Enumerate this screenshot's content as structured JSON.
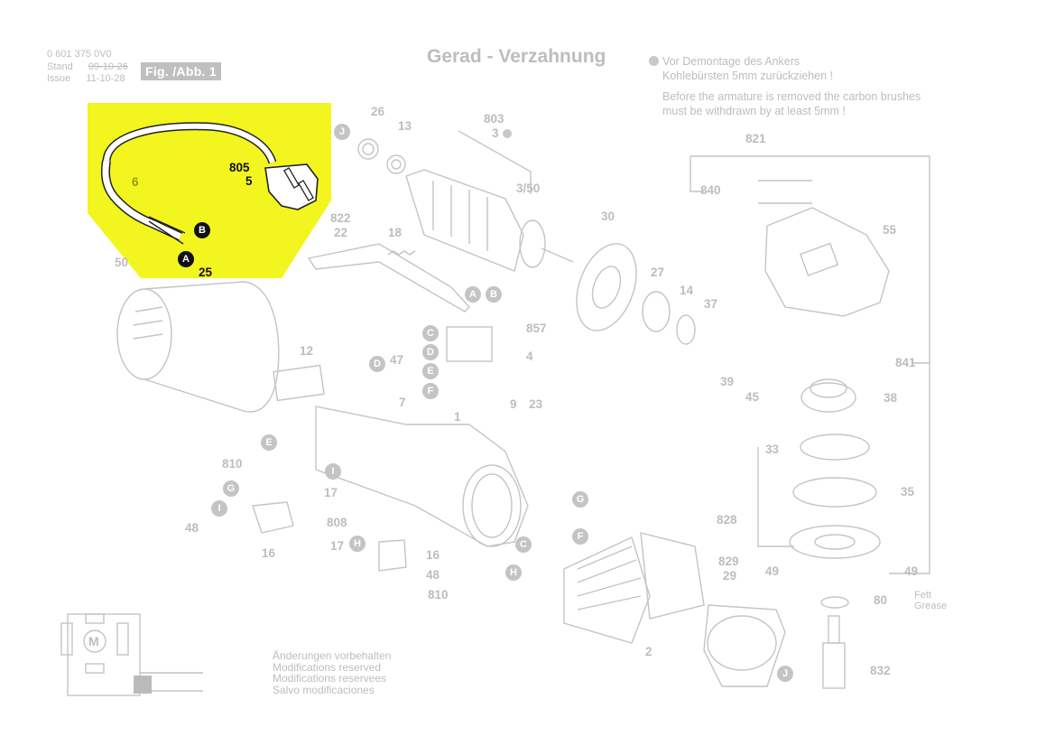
{
  "header": {
    "doc_number": "0 601 375 0V0",
    "stand_label": "Stand",
    "issue_label": "Issue",
    "date_old": "09-10-26",
    "date_new": "11-10-28",
    "fig_label": "Fig. /Abb. 1",
    "title": "Gerad - Verzahnung"
  },
  "note": {
    "line1": "Vor Demontage des Ankers",
    "line2": "Kohlebürsten 5mm zurückziehen !",
    "line3": "Before the armature is removed the carbon brushes",
    "line4": "must be withdrawn by at least 5mm !"
  },
  "modifications": [
    "Änderungen vorbehalten",
    "Modifications reserved",
    "Modifications reservees",
    "Salvo modificaciones"
  ],
  "grease": {
    "line1": "Fett",
    "line2": "Grease"
  },
  "highlight": {
    "color": "#f3f51e"
  },
  "parts": {
    "p805": "805",
    "p5": "5",
    "p6": "6",
    "p25": "25",
    "p50": "50",
    "p26": "26",
    "p13": "13",
    "p803": "803",
    "p3": "3",
    "p3_50": "3/50",
    "p822": "822",
    "p22": "22",
    "p18": "18",
    "p30": "30",
    "p27": "27",
    "p14": "14",
    "p37": "37",
    "p39": "39",
    "p45": "45",
    "p857": "857",
    "p4": "4",
    "p12": "12",
    "p47": "47",
    "p7": "7",
    "p1": "1",
    "p9": "9",
    "p23": "23",
    "p810a": "810",
    "p17a": "17",
    "p48a": "48",
    "p16a": "16",
    "p808": "808",
    "p17b": "17",
    "p16b": "16",
    "p48b": "48",
    "p810b": "810",
    "p2": "2",
    "p829": "829",
    "p29": "29",
    "p821": "821",
    "p840": "840",
    "p55": "55",
    "p841": "841",
    "p38": "38",
    "p33": "33",
    "p35": "35",
    "p828": "828",
    "p49a": "49",
    "p49b": "49",
    "p80": "80",
    "p832": "832"
  },
  "callouts": [
    "A",
    "B",
    "C",
    "D",
    "E",
    "F",
    "G",
    "H",
    "I",
    "J"
  ],
  "motor_symbol": "M"
}
